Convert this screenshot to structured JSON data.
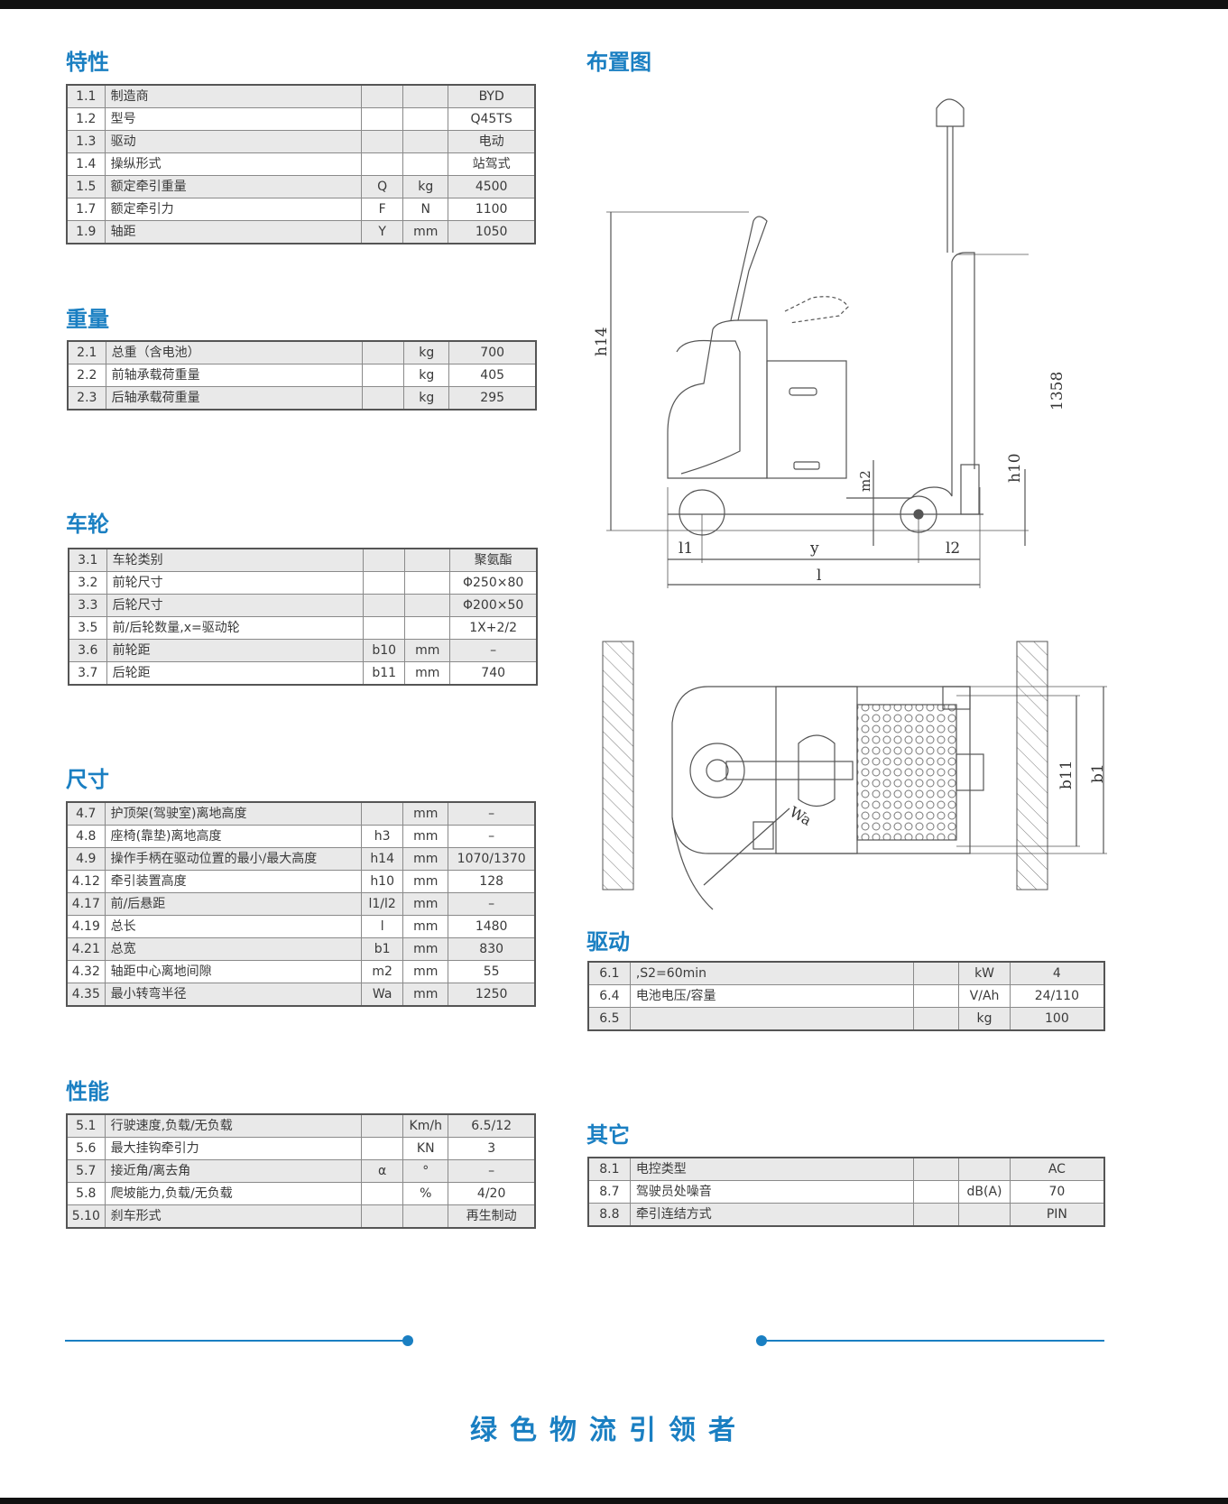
{
  "sections": {
    "features": {
      "title": "特性",
      "rows": [
        {
          "no": "1.1",
          "name": "制造商",
          "sym": "",
          "unit": "",
          "val": "BYD"
        },
        {
          "no": "1.2",
          "name": "型号",
          "sym": "",
          "unit": "",
          "val": "Q45TS"
        },
        {
          "no": "1.3",
          "name": "驱动",
          "sym": "",
          "unit": "",
          "val": "电动"
        },
        {
          "no": "1.4",
          "name": "操纵形式",
          "sym": "",
          "unit": "",
          "val": "站驾式"
        },
        {
          "no": "1.5",
          "name": "额定牵引重量",
          "sym": "Q",
          "unit": "kg",
          "val": "4500"
        },
        {
          "no": "1.7",
          "name": "额定牵引力",
          "sym": "F",
          "unit": "N",
          "val": "1100"
        },
        {
          "no": "1.9",
          "name": "轴距",
          "sym": "Y",
          "unit": "mm",
          "val": "1050"
        }
      ]
    },
    "weight": {
      "title": "重量",
      "rows": [
        {
          "no": "2.1",
          "name": "总重（含电池）",
          "sym": "",
          "unit": "kg",
          "val": "700"
        },
        {
          "no": "2.2",
          "name": "前轴承载荷重量",
          "sym": "",
          "unit": "kg",
          "val": "405"
        },
        {
          "no": "2.3",
          "name": "后轴承载荷重量",
          "sym": "",
          "unit": "kg",
          "val": "295"
        }
      ]
    },
    "wheels": {
      "title": "车轮",
      "rows": [
        {
          "no": "3.1",
          "name": "车轮类别",
          "sym": "",
          "unit": "",
          "val": "聚氨酯"
        },
        {
          "no": "3.2",
          "name": "前轮尺寸",
          "sym": "",
          "unit": "",
          "val": "Φ250×80"
        },
        {
          "no": "3.3",
          "name": "后轮尺寸",
          "sym": "",
          "unit": "",
          "val": "Φ200×50"
        },
        {
          "no": "3.5",
          "name": "前/后轮数量,x=驱动轮",
          "sym": "",
          "unit": "",
          "val": "1X+2/2"
        },
        {
          "no": "3.6",
          "name": "前轮距",
          "sym": "b10",
          "unit": "mm",
          "val": "–"
        },
        {
          "no": "3.7",
          "name": "后轮距",
          "sym": "b11",
          "unit": "mm",
          "val": "740"
        }
      ]
    },
    "dimensions": {
      "title": "尺寸",
      "rows": [
        {
          "no": "4.7",
          "name": "护顶架(驾驶室)离地高度",
          "sym": "",
          "unit": "mm",
          "val": "–"
        },
        {
          "no": "4.8",
          "name": "座椅(靠垫)离地高度",
          "sym": "h3",
          "unit": "mm",
          "val": "–"
        },
        {
          "no": "4.9",
          "name": "操作手柄在驱动位置的最小/最大高度",
          "sym": "h14",
          "unit": "mm",
          "val": "1070/1370"
        },
        {
          "no": "4.12",
          "name": "牵引装置高度",
          "sym": "h10",
          "unit": "mm",
          "val": "128"
        },
        {
          "no": "4.17",
          "name": "前/后悬距",
          "sym": "l1/l2",
          "unit": "mm",
          "val": "–"
        },
        {
          "no": "4.19",
          "name": "总长",
          "sym": "l",
          "unit": "mm",
          "val": "1480"
        },
        {
          "no": "4.21",
          "name": "总宽",
          "sym": "b1",
          "unit": "mm",
          "val": "830"
        },
        {
          "no": "4.32",
          "name": "轴距中心离地间隙",
          "sym": "m2",
          "unit": "mm",
          "val": "55"
        },
        {
          "no": "4.35",
          "name": "最小转弯半径",
          "sym": "Wa",
          "unit": "mm",
          "val": "1250"
        }
      ]
    },
    "performance": {
      "title": "性能",
      "rows": [
        {
          "no": "5.1",
          "name": "行驶速度,负载/无负载",
          "sym": "",
          "unit": "Km/h",
          "val": "6.5/12"
        },
        {
          "no": "5.6",
          "name": "最大挂钩牵引力",
          "sym": "",
          "unit": "KN",
          "val": "3"
        },
        {
          "no": "5.7",
          "name": "接近角/离去角",
          "sym": "α",
          "unit": "°",
          "val": "–"
        },
        {
          "no": "5.8",
          "name": "爬坡能力,负载/无负载",
          "sym": "",
          "unit": "%",
          "val": "4/20"
        },
        {
          "no": "5.10",
          "name": "刹车形式",
          "sym": "",
          "unit": "",
          "val": "再生制动"
        }
      ]
    },
    "layout": {
      "title": "布置图"
    },
    "drive": {
      "title": "驱动",
      "rows": [
        {
          "no": "6.1",
          "name": ",S2=60min",
          "sym": "",
          "unit": "kW",
          "val": "4"
        },
        {
          "no": "6.4",
          "name": "电池电压/容量",
          "sym": "",
          "unit": "V/Ah",
          "val": "24/110"
        },
        {
          "no": "6.5",
          "name": "",
          "sym": "",
          "unit": "kg",
          "val": "100"
        }
      ]
    },
    "other": {
      "title": "其它",
      "rows": [
        {
          "no": "8.1",
          "name": "电控类型",
          "sym": "",
          "unit": "",
          "val": "AC"
        },
        {
          "no": "8.7",
          "name": "驾驶员处噪音",
          "sym": "",
          "unit": "dB(A)",
          "val": "70"
        },
        {
          "no": "8.8",
          "name": "牵引连结方式",
          "sym": "",
          "unit": "",
          "val": "PIN"
        }
      ]
    }
  },
  "drawing_labels": {
    "h14": "h14",
    "n1358": "1358",
    "h10": "h10",
    "m2": "m2",
    "l1": "l1",
    "y": "y",
    "l2": "l2",
    "l": "l",
    "b11": "b11",
    "b1": "b1",
    "wa": "Wa"
  },
  "footer": {
    "slogan": "绿色物流引领者"
  },
  "colors": {
    "accent": "#1a7fc2",
    "row_shade": "#e9e9e9",
    "border": "#8a8a8a"
  }
}
